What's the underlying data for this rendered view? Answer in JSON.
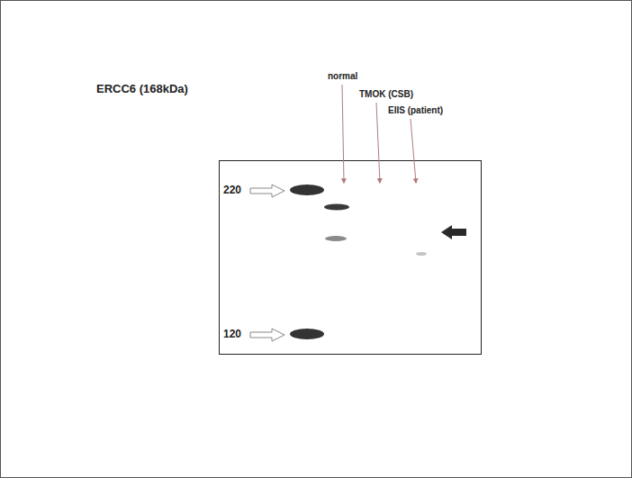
{
  "diagram": {
    "title": "ERCC6 (168kDa)",
    "labels": [
      "normal",
      "TMOK (CSB)",
      "EIIS (patient)",
      "220",
      "120"
    ]
  }
}
